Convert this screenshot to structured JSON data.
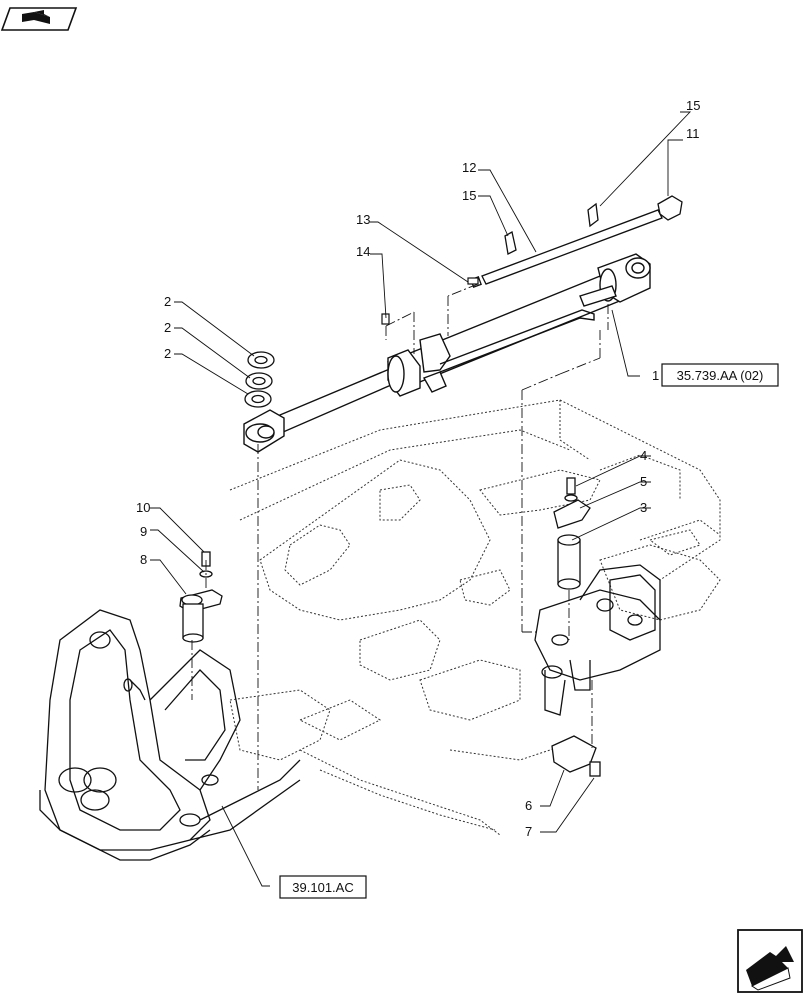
{
  "diagram": {
    "top_icon": "book-arrow-icon",
    "bottom_icon": "next-page-arrow-icon",
    "references": {
      "cylinder_ref": "35.739.AA (02)",
      "frame_ref": "39.101.AC"
    },
    "callouts": {
      "c1": "1",
      "c2a": "2",
      "c2b": "2",
      "c2c": "2",
      "c3": "3",
      "c4": "4",
      "c5": "5",
      "c6": "6",
      "c7": "7",
      "c8": "8",
      "c9": "9",
      "c10": "10",
      "c11": "11",
      "c12": "12",
      "c13": "13",
      "c14": "14",
      "c15a": "15",
      "c15b": "15"
    }
  }
}
